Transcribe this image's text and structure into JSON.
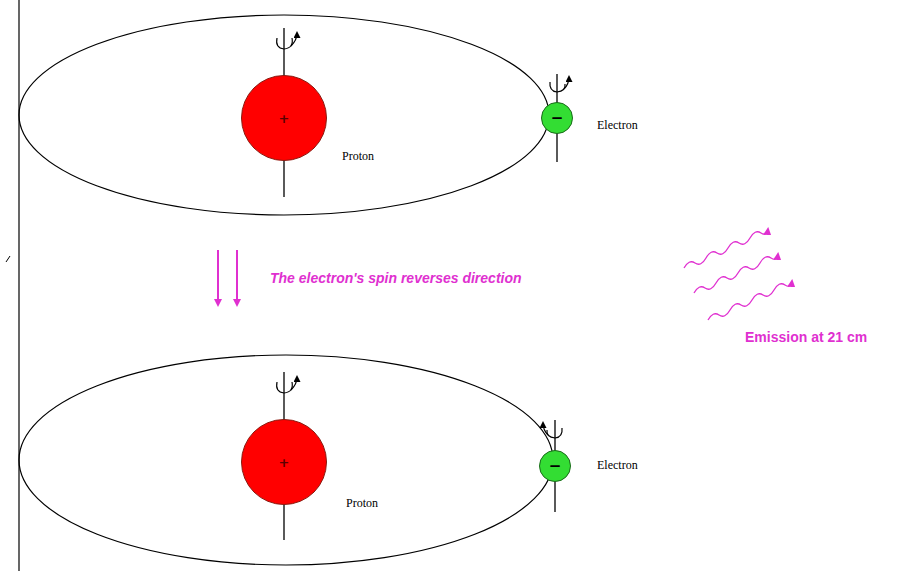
{
  "diagram": {
    "nodes": [
      {
        "text": [
          "+"
        ]
      },
      {
        "text": [
          "−"
        ]
      },
      {
        "text": [
          "+"
        ]
      },
      {
        "text": [
          "−"
        ]
      }
    ],
    "labels": [
      "Proton",
      "Electron",
      "The electron's spin reverses direction",
      "Emission at 21 cm",
      "Proton",
      "Electron"
    ]
  }
}
